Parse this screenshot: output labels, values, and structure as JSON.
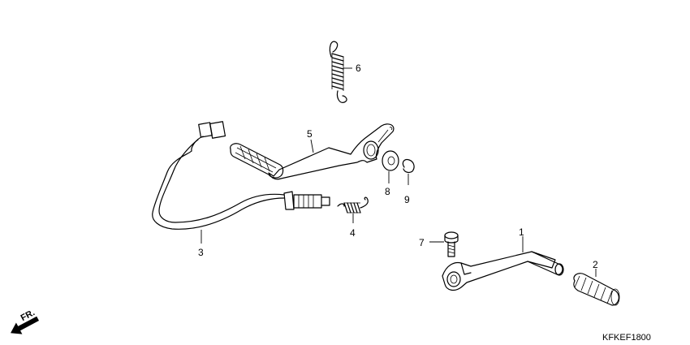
{
  "diagram": {
    "drawing_code": "KFKEF1800",
    "direction_label": "FR.",
    "callouts": {
      "c1": "1",
      "c2": "2",
      "c3": "3",
      "c4": "4",
      "c5": "5",
      "c6": "6",
      "c7": "7",
      "c8": "8",
      "c9": "9"
    }
  }
}
